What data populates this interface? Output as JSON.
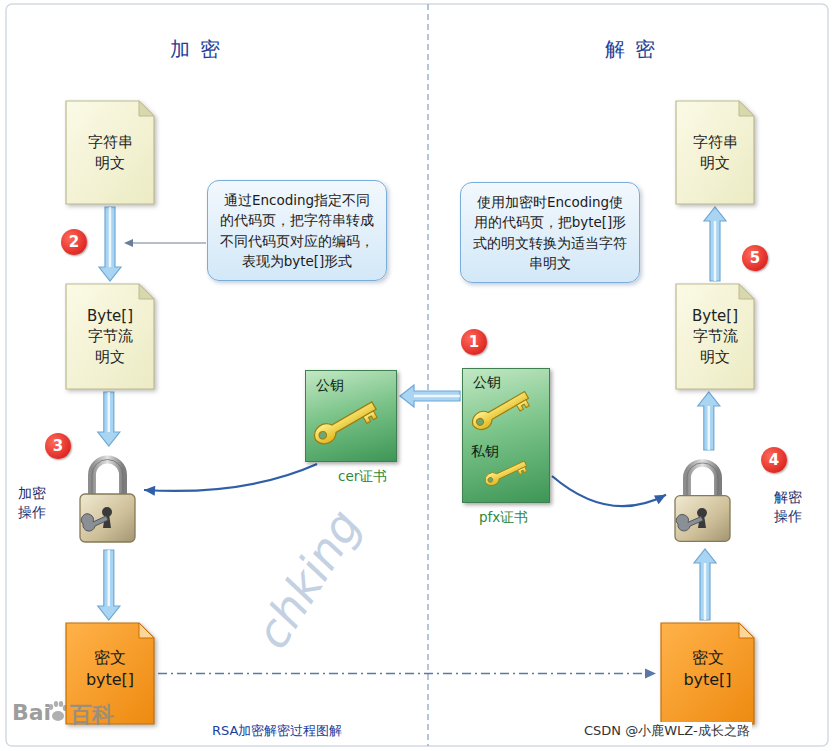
{
  "diagram": {
    "caption": "RSA加密解密过程图解",
    "nodes": [
      {
        "text": [
          "字符串 明文"
        ]
      },
      {
        "text": [
          "字符串 明文"
        ]
      },
      {
        "text": [
          "通过Encoding指定不同的代码页，把字符串转成不同代码页对应的编码，表现为byte[]形式"
        ]
      },
      {
        "text": [
          "使用加密时Encoding使用的代码页，把byte[]形式的明文转换为适当字符串明文"
        ]
      },
      {
        "text": [
          "Byte[] 字节流 明文"
        ]
      },
      {
        "text": [
          "Byte[] 字节流 明文"
        ]
      },
      {
        "text": [
          "公钥",
          "cer证书"
        ]
      },
      {
        "text": [
          "公钥",
          "私钥",
          "pfx证书"
        ]
      },
      {
        "text": [
          "加密 操作"
        ]
      },
      {
        "text": [
          "解密 操作"
        ]
      },
      {
        "text": [
          "密文 byte[]"
        ]
      },
      {
        "text": [
          "密文 byte[]"
        ]
      }
    ],
    "edges": [
      {
        "from": 0,
        "to": 4,
        "arrow": "to"
      },
      {
        "from": 4,
        "to": 8,
        "arrow": "to"
      },
      {
        "from": 8,
        "to": 10,
        "arrow": "to"
      },
      {
        "from": 7,
        "to": 6,
        "arrow": "to"
      },
      {
        "from": 6,
        "to": 8,
        "arrow": "to"
      },
      {
        "from": 7,
        "to": 9,
        "arrow": "to"
      },
      {
        "from": 10,
        "to": 11,
        "arrow": "to"
      },
      {
        "from": 11,
        "to": 9,
        "arrow": "to"
      },
      {
        "from": 9,
        "to": 5,
        "arrow": "to"
      },
      {
        "from": 5,
        "to": 1,
        "arrow": "to"
      }
    ],
    "labels": [
      "加 密",
      "解 密",
      "1",
      "2",
      "3",
      "4",
      "5",
      "chking",
      "Bai",
      "百科",
      "CSDN @小鹿WLZ-成长之路"
    ]
  }
}
